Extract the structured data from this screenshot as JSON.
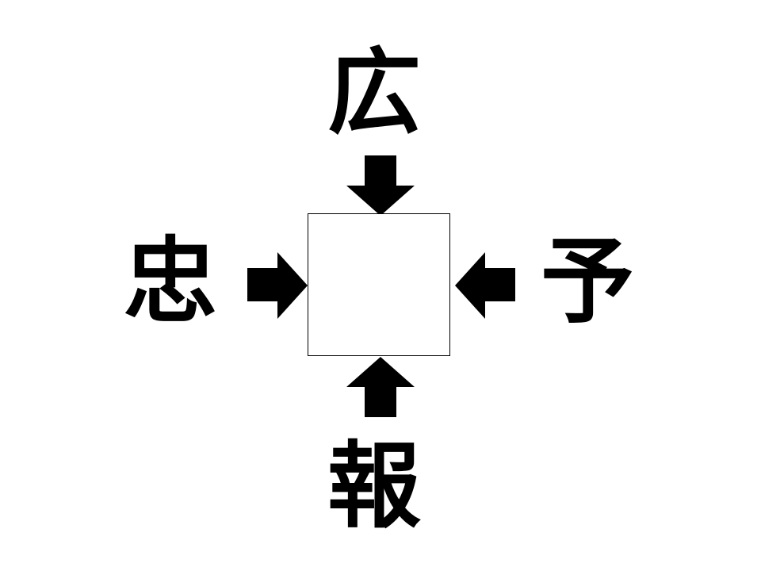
{
  "puzzle": {
    "top": "広",
    "left": "忠",
    "right": "予",
    "bottom": "報",
    "answer": ""
  },
  "colors": {
    "ink": "#000000",
    "background": "#ffffff"
  },
  "icons": {
    "top_arrow": "arrow-down-icon",
    "bottom_arrow": "arrow-up-icon",
    "left_arrow": "arrow-right-icon",
    "right_arrow": "arrow-left-icon"
  }
}
